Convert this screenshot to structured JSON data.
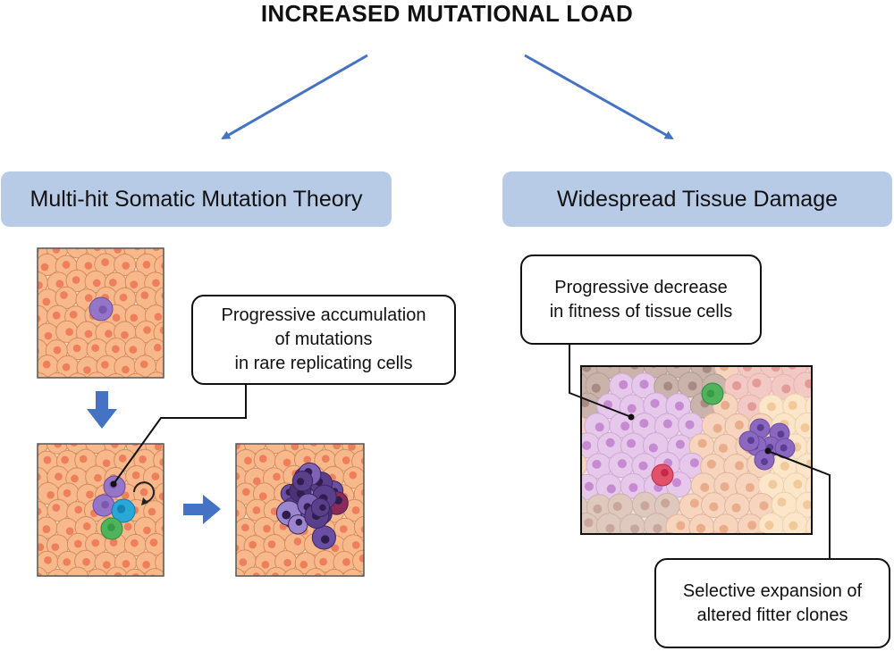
{
  "title": "INCREASED MUTATIONAL LOAD",
  "left_header": "Multi-hit Somatic Mutation Theory",
  "right_header": "Widespread Tissue Damage",
  "callouts": {
    "accumulation": [
      "Progressive accumulation",
      "of mutations",
      "in rare replicating cells"
    ],
    "fitness": [
      "Progressive decrease",
      "in fitness of tissue cells"
    ],
    "expansion": [
      "Selective expansion of",
      "altered fitter clones"
    ]
  },
  "colors": {
    "arrow": "#4472c4",
    "header_bg": "#b7cbe6",
    "tissue": "#f7b98c",
    "nucleus": "#ee7f5a",
    "mutant_purple": "#9575c8",
    "mutant_blue": "#28a7d8",
    "mutant_green": "#4fb35b",
    "red_cell": "#e2506a"
  }
}
